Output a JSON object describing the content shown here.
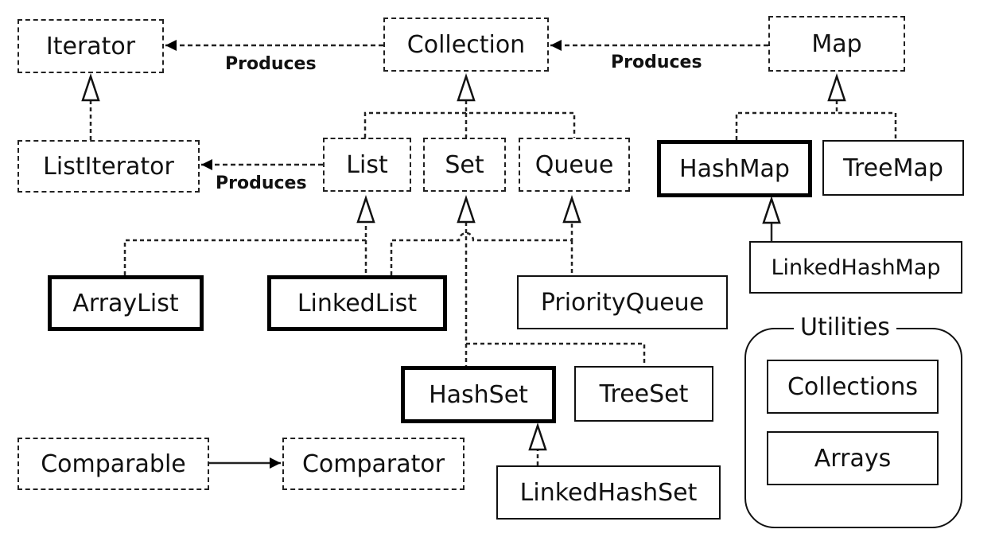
{
  "nodes": {
    "iterator": "Iterator",
    "collection": "Collection",
    "map": "Map",
    "list_iterator": "ListIterator",
    "list": "List",
    "set": "Set",
    "queue": "Queue",
    "hash_map": "HashMap",
    "tree_map": "TreeMap",
    "linked_hash_map": "LinkedHashMap",
    "array_list": "ArrayList",
    "linked_list": "LinkedList",
    "priority_queue": "PriorityQueue",
    "hash_set": "HashSet",
    "tree_set": "TreeSet",
    "linked_hash_set": "LinkedHashSet",
    "comparable": "Comparable",
    "comparator": "Comparator"
  },
  "edge_labels": {
    "collection_produces_iterator": "Produces",
    "map_produces_collection": "Produces",
    "list_produces_listiterator": "Produces"
  },
  "utilities": {
    "title": "Utilities",
    "collections": "Collections",
    "arrays": "Arrays"
  }
}
